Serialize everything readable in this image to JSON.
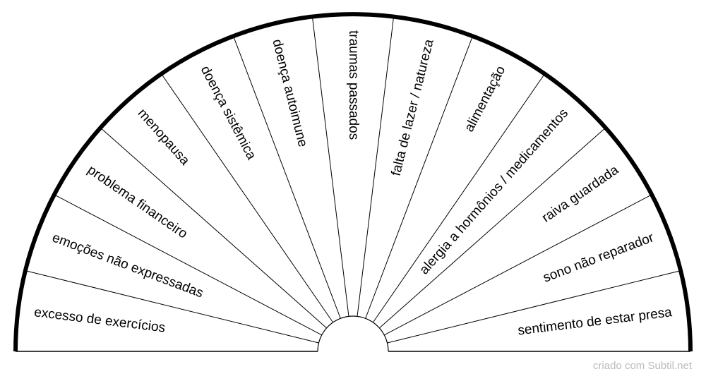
{
  "chart": {
    "sectors": [
      "excesso de exercícios",
      "emoções não expressadas",
      "problema financeiro",
      "menopausa",
      "doença sistêmica",
      "doença autoimune",
      "traumas passados",
      "falta de lazer / natureza",
      "alimentação",
      "alergia a hormônios / medicamentos",
      "raiva guardada",
      "sono não reparador",
      "sentimento de estar presa"
    ]
  },
  "footer": {
    "credit": "criado com Subtil.net"
  },
  "colors": {
    "stroke": "#000000",
    "footer": "#bbbbbb"
  }
}
